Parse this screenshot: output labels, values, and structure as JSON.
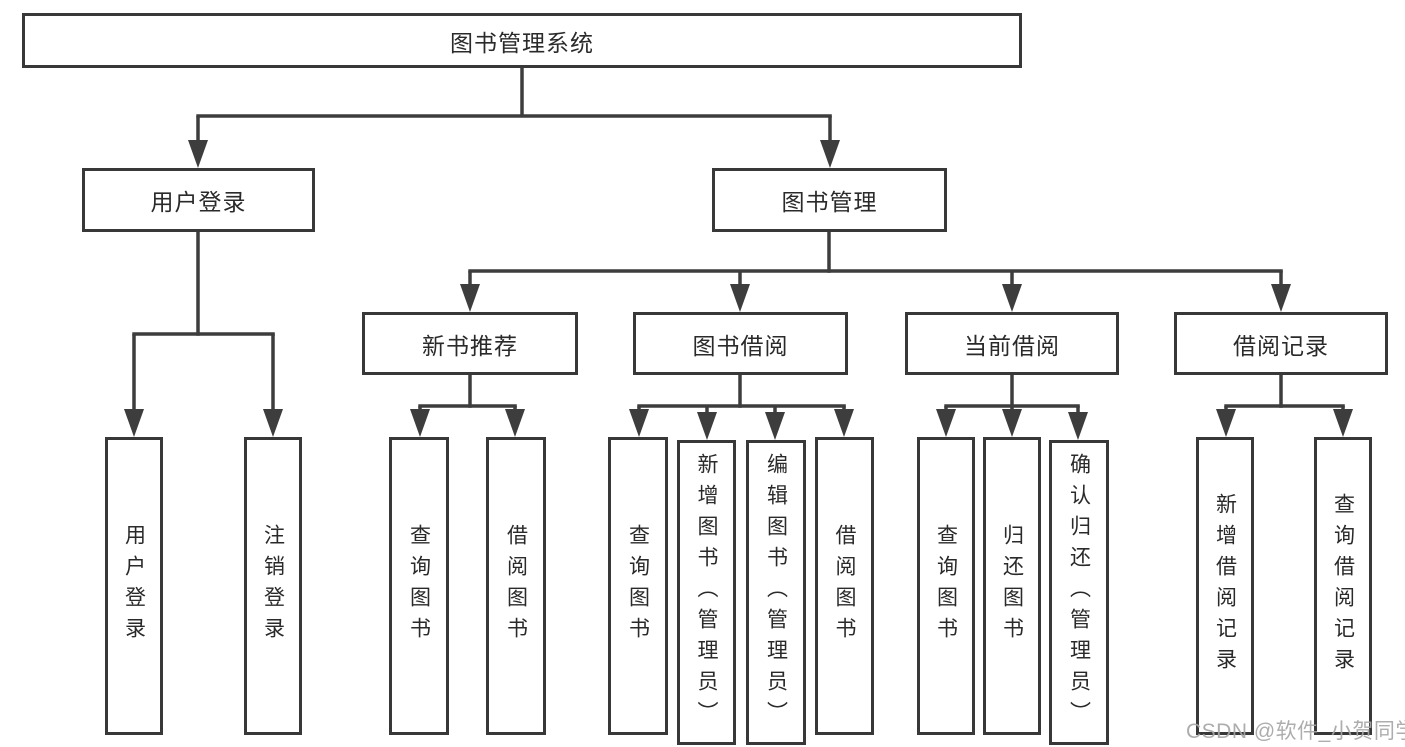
{
  "tree": {
    "root": {
      "label": "图书管理系统"
    },
    "branches": [
      {
        "label": "用户登录",
        "children": [
          {
            "label": "用户登录"
          },
          {
            "label": "注销登录"
          }
        ]
      },
      {
        "label": "图书管理",
        "groups": [
          {
            "label": "新书推荐",
            "children": [
              {
                "label": "查询图书"
              },
              {
                "label": "借阅图书"
              }
            ]
          },
          {
            "label": "图书借阅",
            "children": [
              {
                "label": "查询图书"
              },
              {
                "label": "新增图书（管理员）"
              },
              {
                "label": "编辑图书（管理员）"
              },
              {
                "label": "借阅图书"
              }
            ]
          },
          {
            "label": "当前借阅",
            "children": [
              {
                "label": "查询图书"
              },
              {
                "label": "归还图书"
              },
              {
                "label": "确认归还（管理员）"
              }
            ]
          },
          {
            "label": "借阅记录",
            "children": [
              {
                "label": "新增借阅记录"
              },
              {
                "label": "查询借阅记录"
              }
            ]
          }
        ]
      }
    ]
  },
  "watermark": {
    "text": "CSDN @软件_小贺同学"
  },
  "colors": {
    "line": "#3d3d3d",
    "box_border": "#383838",
    "text": "#2a2a2a",
    "watermark": "#a6a6a6",
    "background": "#ffffff"
  }
}
